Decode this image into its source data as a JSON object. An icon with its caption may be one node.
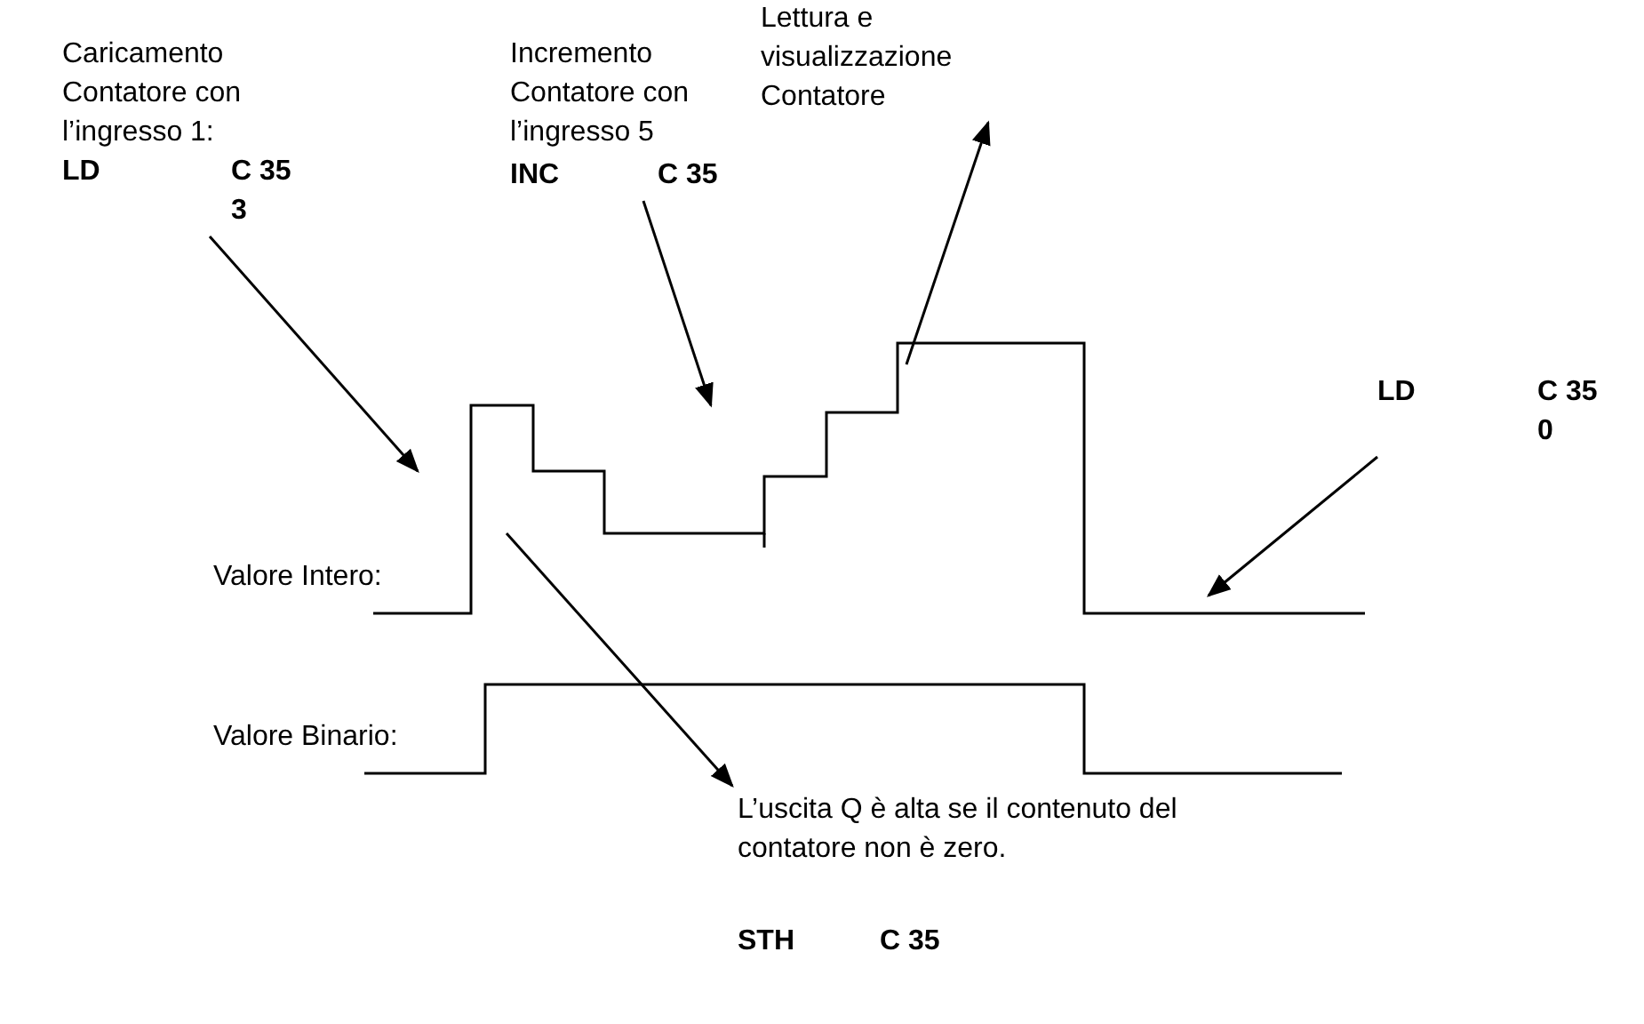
{
  "diagram": {
    "nodes": [
      {
        "text": [
          "Caricamento Contatore con l’ingresso 1:",
          "LD",
          "C 35 3"
        ]
      },
      {
        "text": [
          "Incremento Contatore con l’ingresso 5",
          "INC",
          "C 35"
        ]
      },
      {
        "text": [
          "Lettura e visualizzazione Contatore"
        ]
      },
      {
        "text": [
          "LD",
          "C 35 0"
        ]
      },
      {
        "text": [
          "L’uscita Q è alta se il contenuto del contatore non è zero.",
          "STH",
          "C 35"
        ]
      }
    ],
    "edges": [
      {
        "from": 0,
        "to": null,
        "arrow": "to"
      },
      {
        "from": 1,
        "to": null,
        "arrow": "to"
      },
      {
        "from": null,
        "to": 2,
        "arrow": "to"
      },
      {
        "from": 3,
        "to": null,
        "arrow": "to"
      },
      {
        "from": null,
        "to": 4,
        "arrow": "to"
      }
    ],
    "labels": [
      "Valore Intero:",
      "Valore Binario:"
    ]
  }
}
